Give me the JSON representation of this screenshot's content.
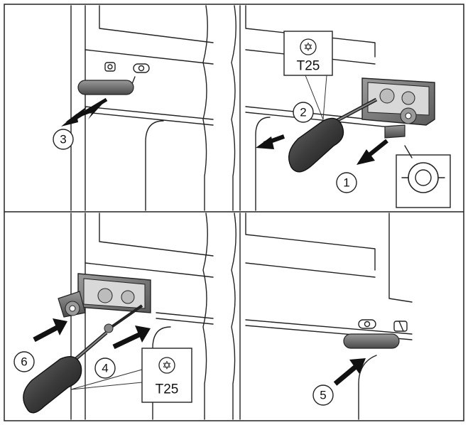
{
  "tool_callouts": [
    {
      "id": "top",
      "star": "✡",
      "label": "T25"
    },
    {
      "id": "bottom",
      "star": "✡",
      "label": "T25"
    }
  ],
  "steps": [
    {
      "id": "step-1",
      "label": "1"
    },
    {
      "id": "step-2",
      "label": "2"
    },
    {
      "id": "step-3",
      "label": "3"
    },
    {
      "id": "step-4",
      "label": "4"
    },
    {
      "id": "step-5",
      "label": "5"
    },
    {
      "id": "step-6",
      "label": "6"
    }
  ]
}
